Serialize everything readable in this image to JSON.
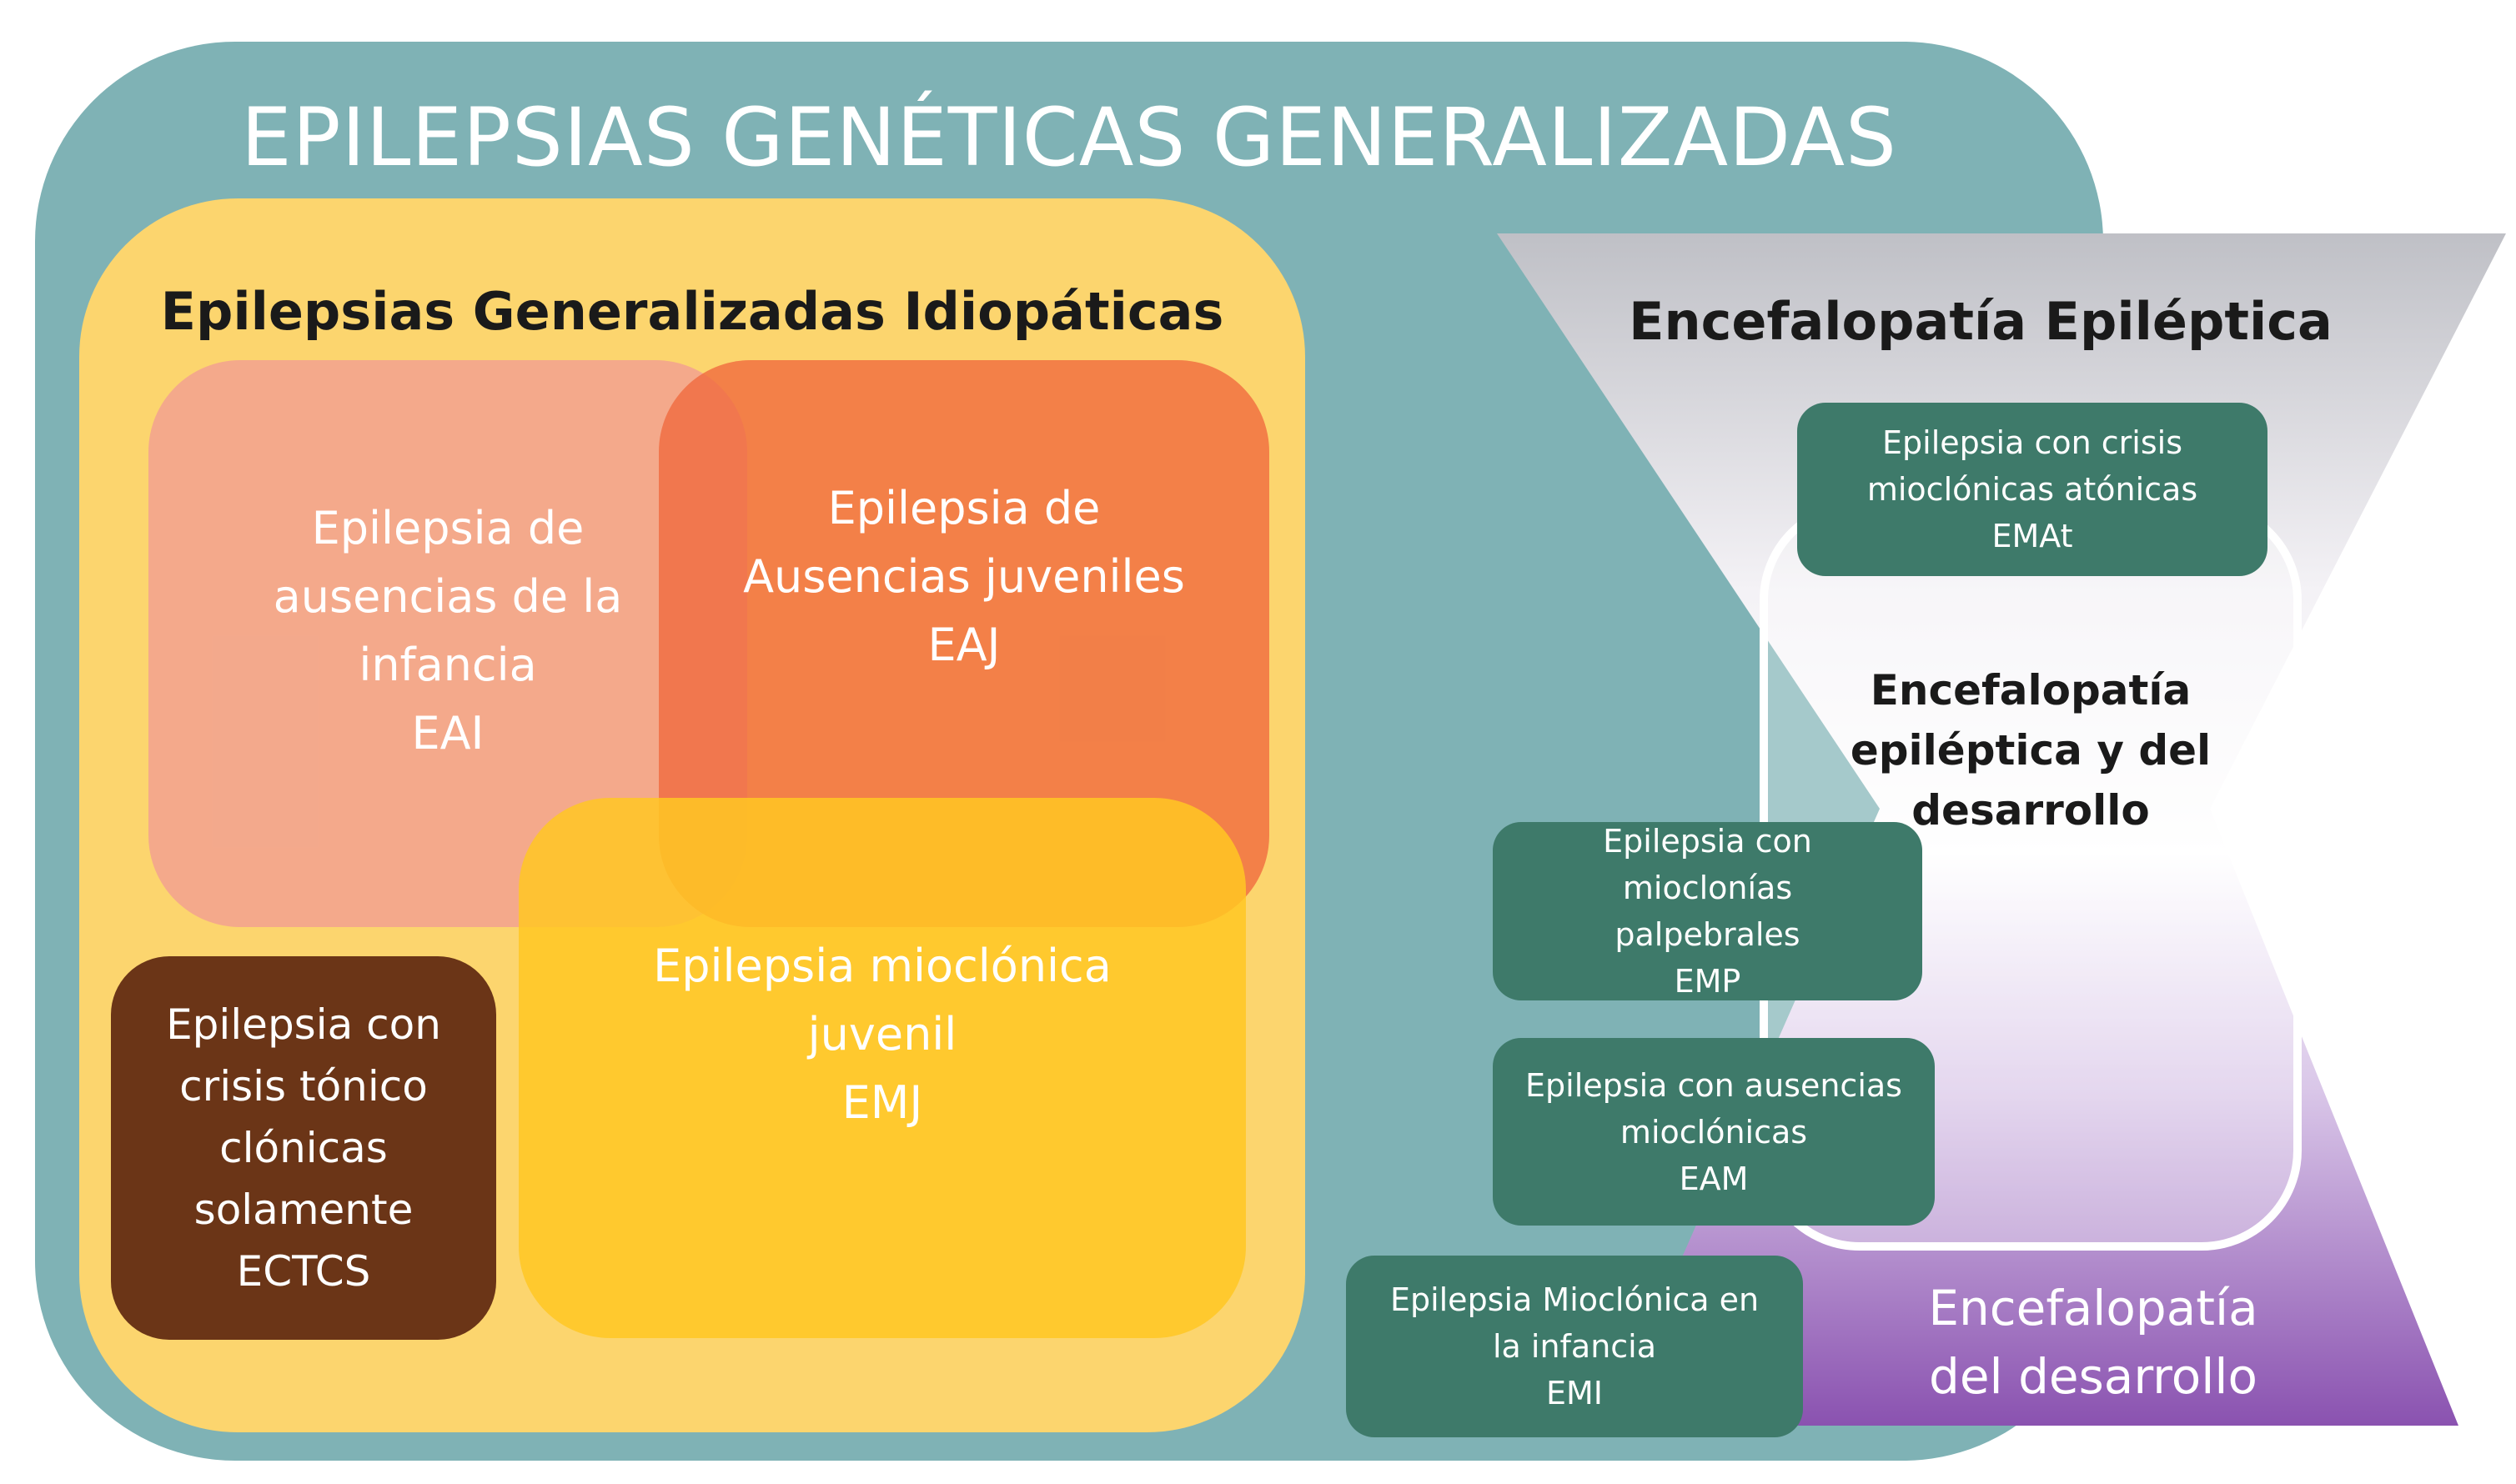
{
  "outer": {
    "title": "EPILEPSIAS GENÉTICAS GENERALIZADAS"
  },
  "idiopathic": {
    "title": "Epilepsias Generalizadas Idiopáticas",
    "eai": {
      "lines": [
        "Epilepsia de",
        "ausencias de la",
        "infancia",
        "EAI"
      ]
    },
    "eaj": {
      "lines": [
        "Epilepsia de",
        "Ausencias juveniles",
        "EAJ"
      ]
    },
    "emj": {
      "lines": [
        "Epilepsia mioclónica",
        "juvenil",
        "EMJ"
      ]
    },
    "ectcs": {
      "lines": [
        "Epilepsia con",
        "crisis tónico",
        "clónicas",
        "solamente",
        "ECTCS"
      ]
    }
  },
  "encephalopathy": {
    "title": "Encefalopatía Epiléptica",
    "developmental_epileptic": {
      "lines": [
        "Encefalopatía",
        "epiléptica y del",
        "desarrollo"
      ]
    },
    "developmental": {
      "lines": [
        "Encefalopatía",
        "del desarrollo"
      ]
    },
    "emat": {
      "lines": [
        "Epilepsia con crisis",
        "mioclónicas atónicas",
        "EMAt"
      ]
    },
    "emp": {
      "lines": [
        "Epilepsia con",
        "mioclonías",
        "palpebrales",
        "EMP"
      ]
    },
    "eam": {
      "lines": [
        "Epilepsia con ausencias",
        "mioclónicas",
        "EAM"
      ]
    },
    "emi": {
      "lines": [
        "Epilepsia Mioclónica en",
        "la infancia",
        "EMI"
      ]
    }
  },
  "colors": {
    "outer_teal": "#7fb2b5",
    "idiopathic_yellow": "#fcd56e",
    "eai_pink": "#f2a390",
    "eaj_orange": "#f06a3e",
    "emj_yellow": "#ffc723",
    "ectcs_brown": "#6b3517",
    "box_teal": "#3e7a6a",
    "purple": "#8a52b0"
  }
}
